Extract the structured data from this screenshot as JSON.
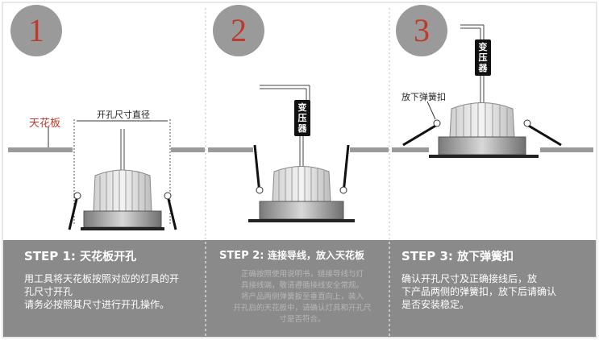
{
  "steps": [
    {
      "number": "1",
      "title_prefix": "STEP 1:",
      "title_cn": "天花板开孔",
      "body": "用工具将天花板按照对应的灯具的开\n孔尺寸开孔\n请务必按照其尺寸进行开孔操作。",
      "faint": "",
      "labels": {
        "ceiling": "天花板",
        "hole_size": "开孔尺寸直径"
      }
    },
    {
      "number": "2",
      "title_prefix": "STEP 2:",
      "title_cn": "连接导线，放入天花板",
      "body": "",
      "faint": "正确按照使用说明书，链接导线与灯\n具接线端，敬请遵循接线安全常规。\n将产品两侧弹簧扳至垂直向上，装入\n开孔后的天花板中，请确认灯具和开孔尺\n寸是否符合。",
      "labels": {
        "transformer": "变压器"
      }
    },
    {
      "number": "3",
      "title_prefix": "STEP 3:",
      "title_cn": "放下弹簧扣",
      "body": "确认开孔尺寸及正确接线后，放\n下产品两侧的弹簧扣，放下后请确认\n是否安装稳定。",
      "faint": "",
      "labels": {
        "transformer": "变压器",
        "release_clip": "放下弹簧扣"
      }
    }
  ],
  "colors": {
    "panel": "#8a8a8a",
    "circle": "#9a9a9a",
    "number": "#c0392b",
    "ceiling": "#9a9a9a",
    "transformer": "#111111"
  }
}
